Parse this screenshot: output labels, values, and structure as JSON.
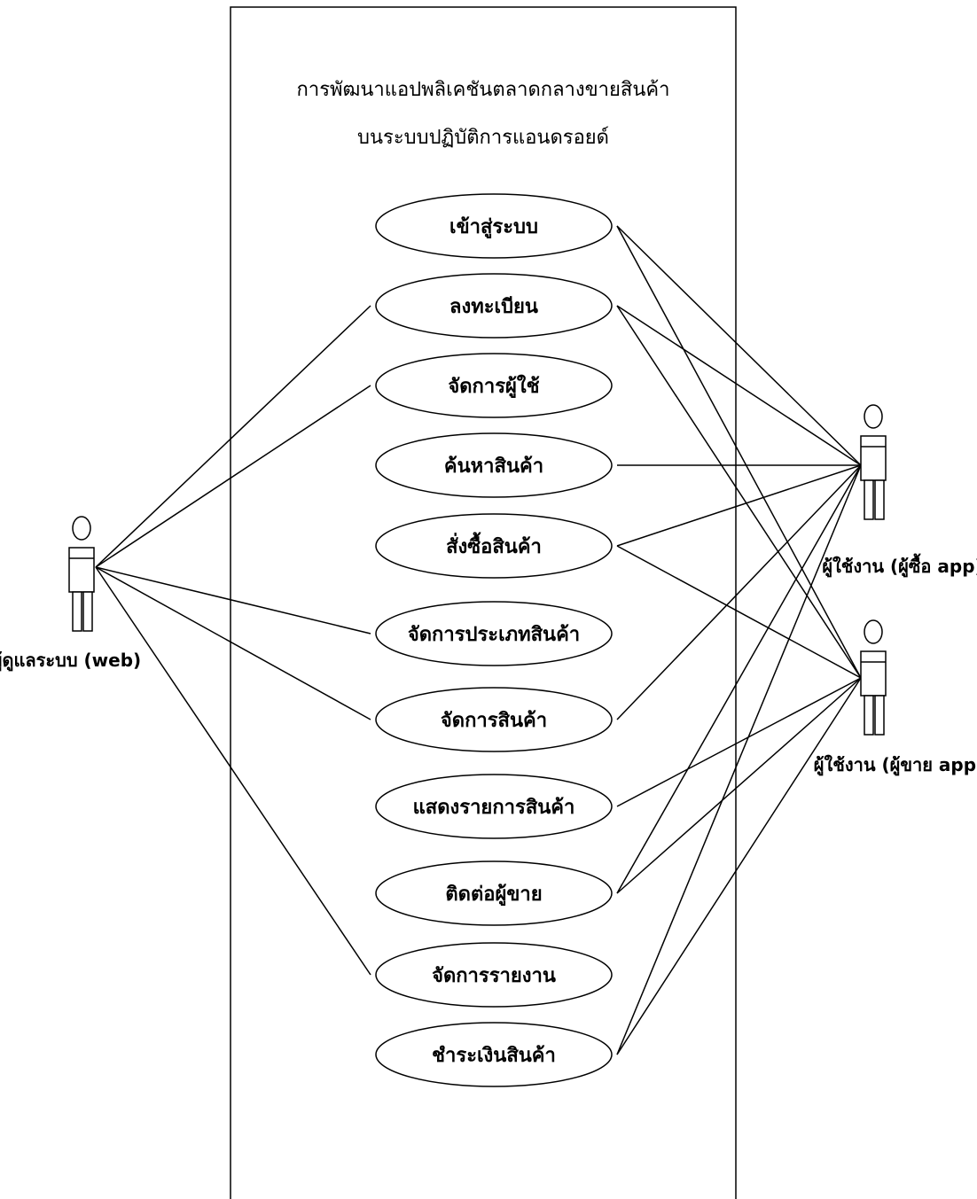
{
  "system": {
    "title_line1": "การพัฒนาแอปพลิเคชันตลาดกลางขายสินค้า",
    "title_line2": "บนระบบปฏิบัติการแอนดรอยด์"
  },
  "actors": [
    {
      "id": "admin",
      "label": "ผู้ดูแลระบบ (web)"
    },
    {
      "id": "buyer",
      "label": "ผู้ใช้งาน (ผู้ซื้อ app)"
    },
    {
      "id": "seller",
      "label": "ผู้ใช้งาน (ผู้ขาย app)"
    }
  ],
  "use_cases": [
    {
      "id": "uc1",
      "label": "เข้าสู่ระบบ"
    },
    {
      "id": "uc2",
      "label": "ลงทะเบียน"
    },
    {
      "id": "uc3",
      "label": "จัดการผู้ใช้"
    },
    {
      "id": "uc4",
      "label": "ค้นหาสินค้า"
    },
    {
      "id": "uc5",
      "label": "สั่งซื้อสินค้า"
    },
    {
      "id": "uc6",
      "label": "จัดการประเภทสินค้า"
    },
    {
      "id": "uc7",
      "label": "จัดการสินค้า"
    },
    {
      "id": "uc8",
      "label": "แสดงรายการสินค้า"
    },
    {
      "id": "uc9",
      "label": "ติดต่อผู้ขาย"
    },
    {
      "id": "uc10",
      "label": "จัดการรายงาน"
    },
    {
      "id": "uc11",
      "label": "ชำระเงินสินค้า"
    }
  ],
  "associations": [
    {
      "actor": "admin",
      "use_case": "uc2"
    },
    {
      "actor": "admin",
      "use_case": "uc3"
    },
    {
      "actor": "admin",
      "use_case": "uc6"
    },
    {
      "actor": "admin",
      "use_case": "uc7"
    },
    {
      "actor": "admin",
      "use_case": "uc10"
    },
    {
      "actor": "buyer",
      "use_case": "uc1"
    },
    {
      "actor": "buyer",
      "use_case": "uc2"
    },
    {
      "actor": "buyer",
      "use_case": "uc4"
    },
    {
      "actor": "buyer",
      "use_case": "uc5"
    },
    {
      "actor": "buyer",
      "use_case": "uc7"
    },
    {
      "actor": "buyer",
      "use_case": "uc9"
    },
    {
      "actor": "buyer",
      "use_case": "uc11"
    },
    {
      "actor": "seller",
      "use_case": "uc1"
    },
    {
      "actor": "seller",
      "use_case": "uc2"
    },
    {
      "actor": "seller",
      "use_case": "uc5"
    },
    {
      "actor": "seller",
      "use_case": "uc8"
    },
    {
      "actor": "seller",
      "use_case": "uc9"
    },
    {
      "actor": "seller",
      "use_case": "uc11"
    }
  ]
}
